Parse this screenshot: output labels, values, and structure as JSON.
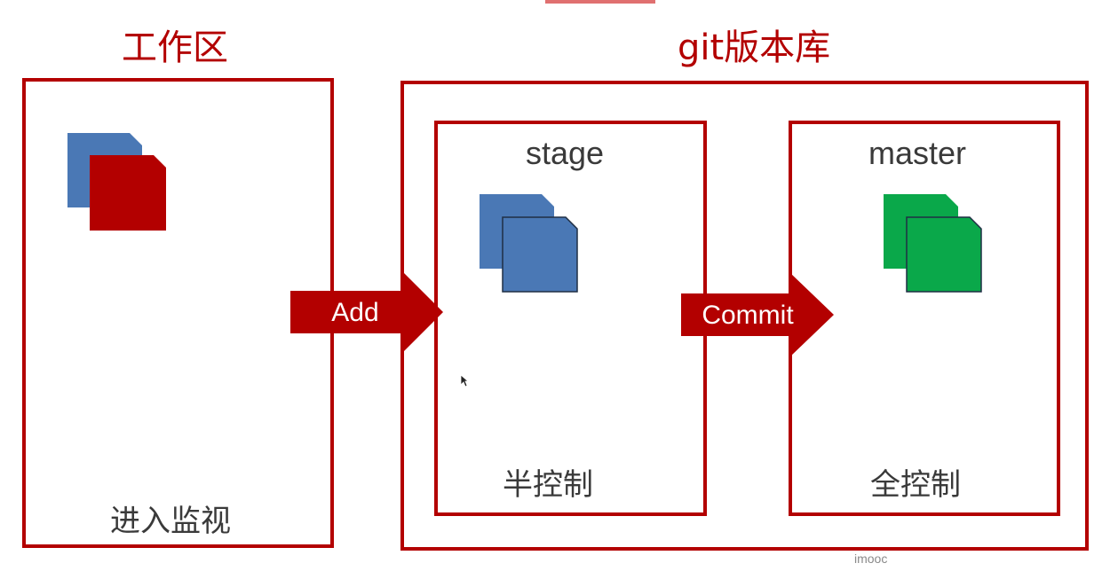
{
  "workspace": {
    "title": "工作区",
    "caption": "进入监视"
  },
  "repository": {
    "title": "git版本库",
    "stage": {
      "title": "stage",
      "caption": "半控制"
    },
    "master": {
      "title": "master",
      "caption": "全控制"
    }
  },
  "arrows": {
    "add": "Add",
    "commit": "Commit"
  },
  "watermark": "imooc",
  "colors": {
    "border": "#b30000",
    "doc_blue": "#4a78b5",
    "doc_red": "#b30000",
    "doc_green": "#0aa84a"
  }
}
